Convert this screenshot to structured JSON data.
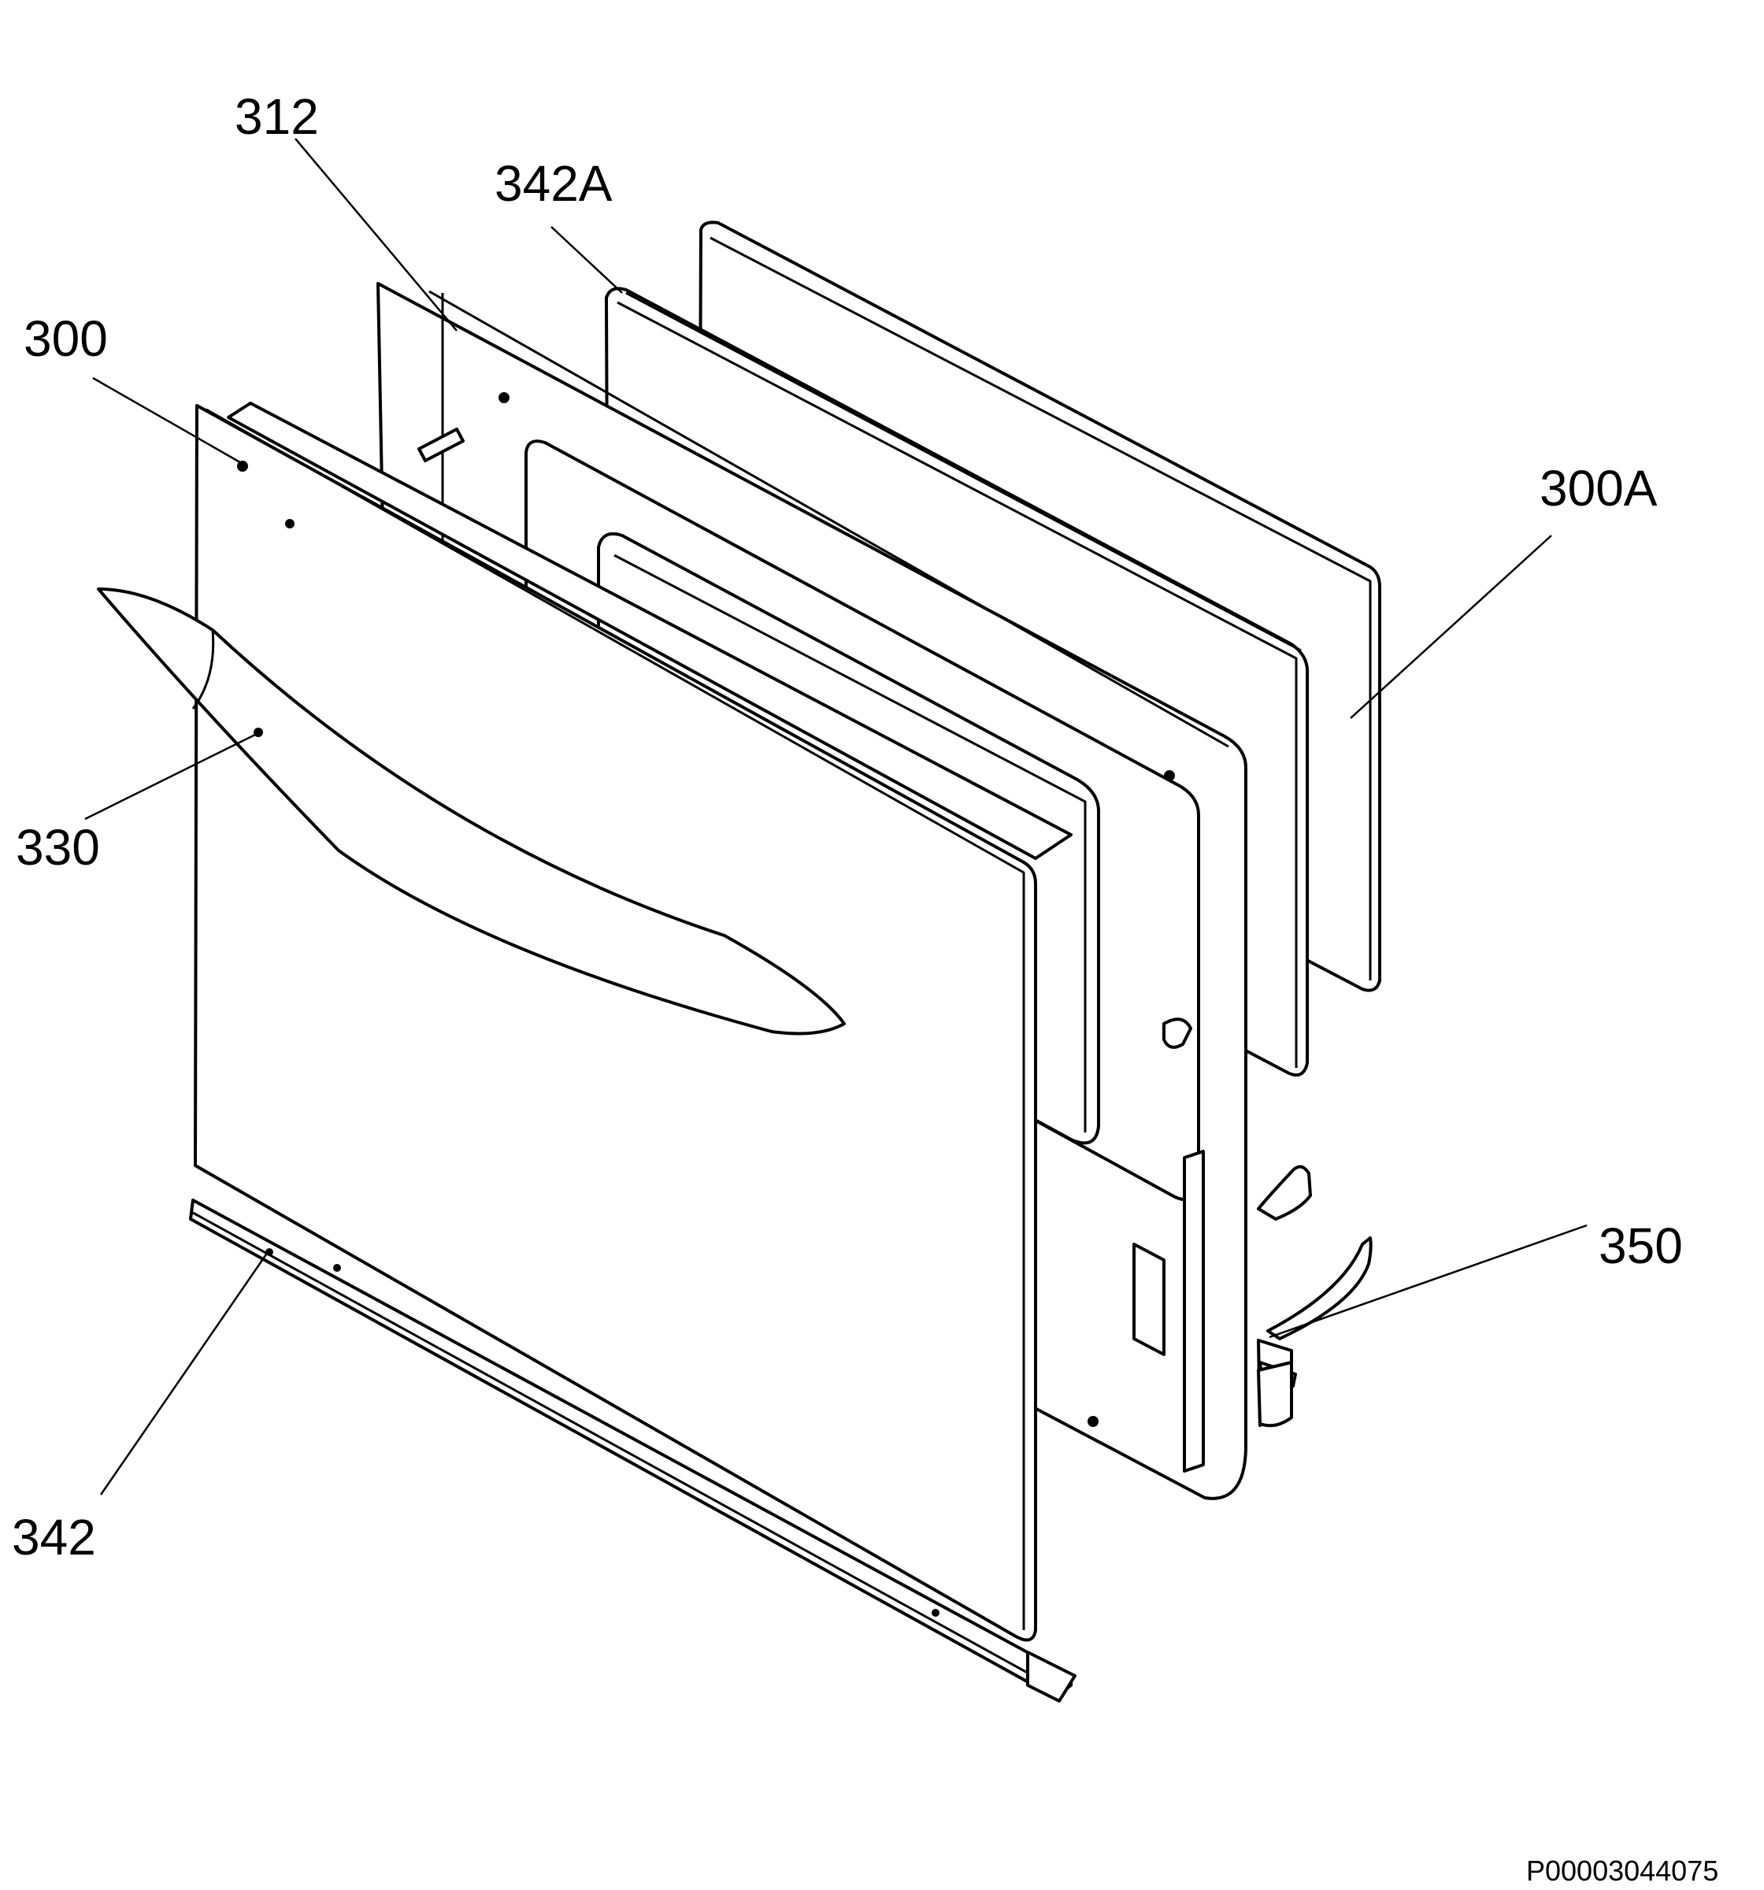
{
  "labels": {
    "l312": "312",
    "l342A": "342A",
    "l300": "300",
    "l300A": "300A",
    "l330": "330",
    "l350": "350",
    "l342": "342"
  },
  "drawing_code": "P00003044075"
}
